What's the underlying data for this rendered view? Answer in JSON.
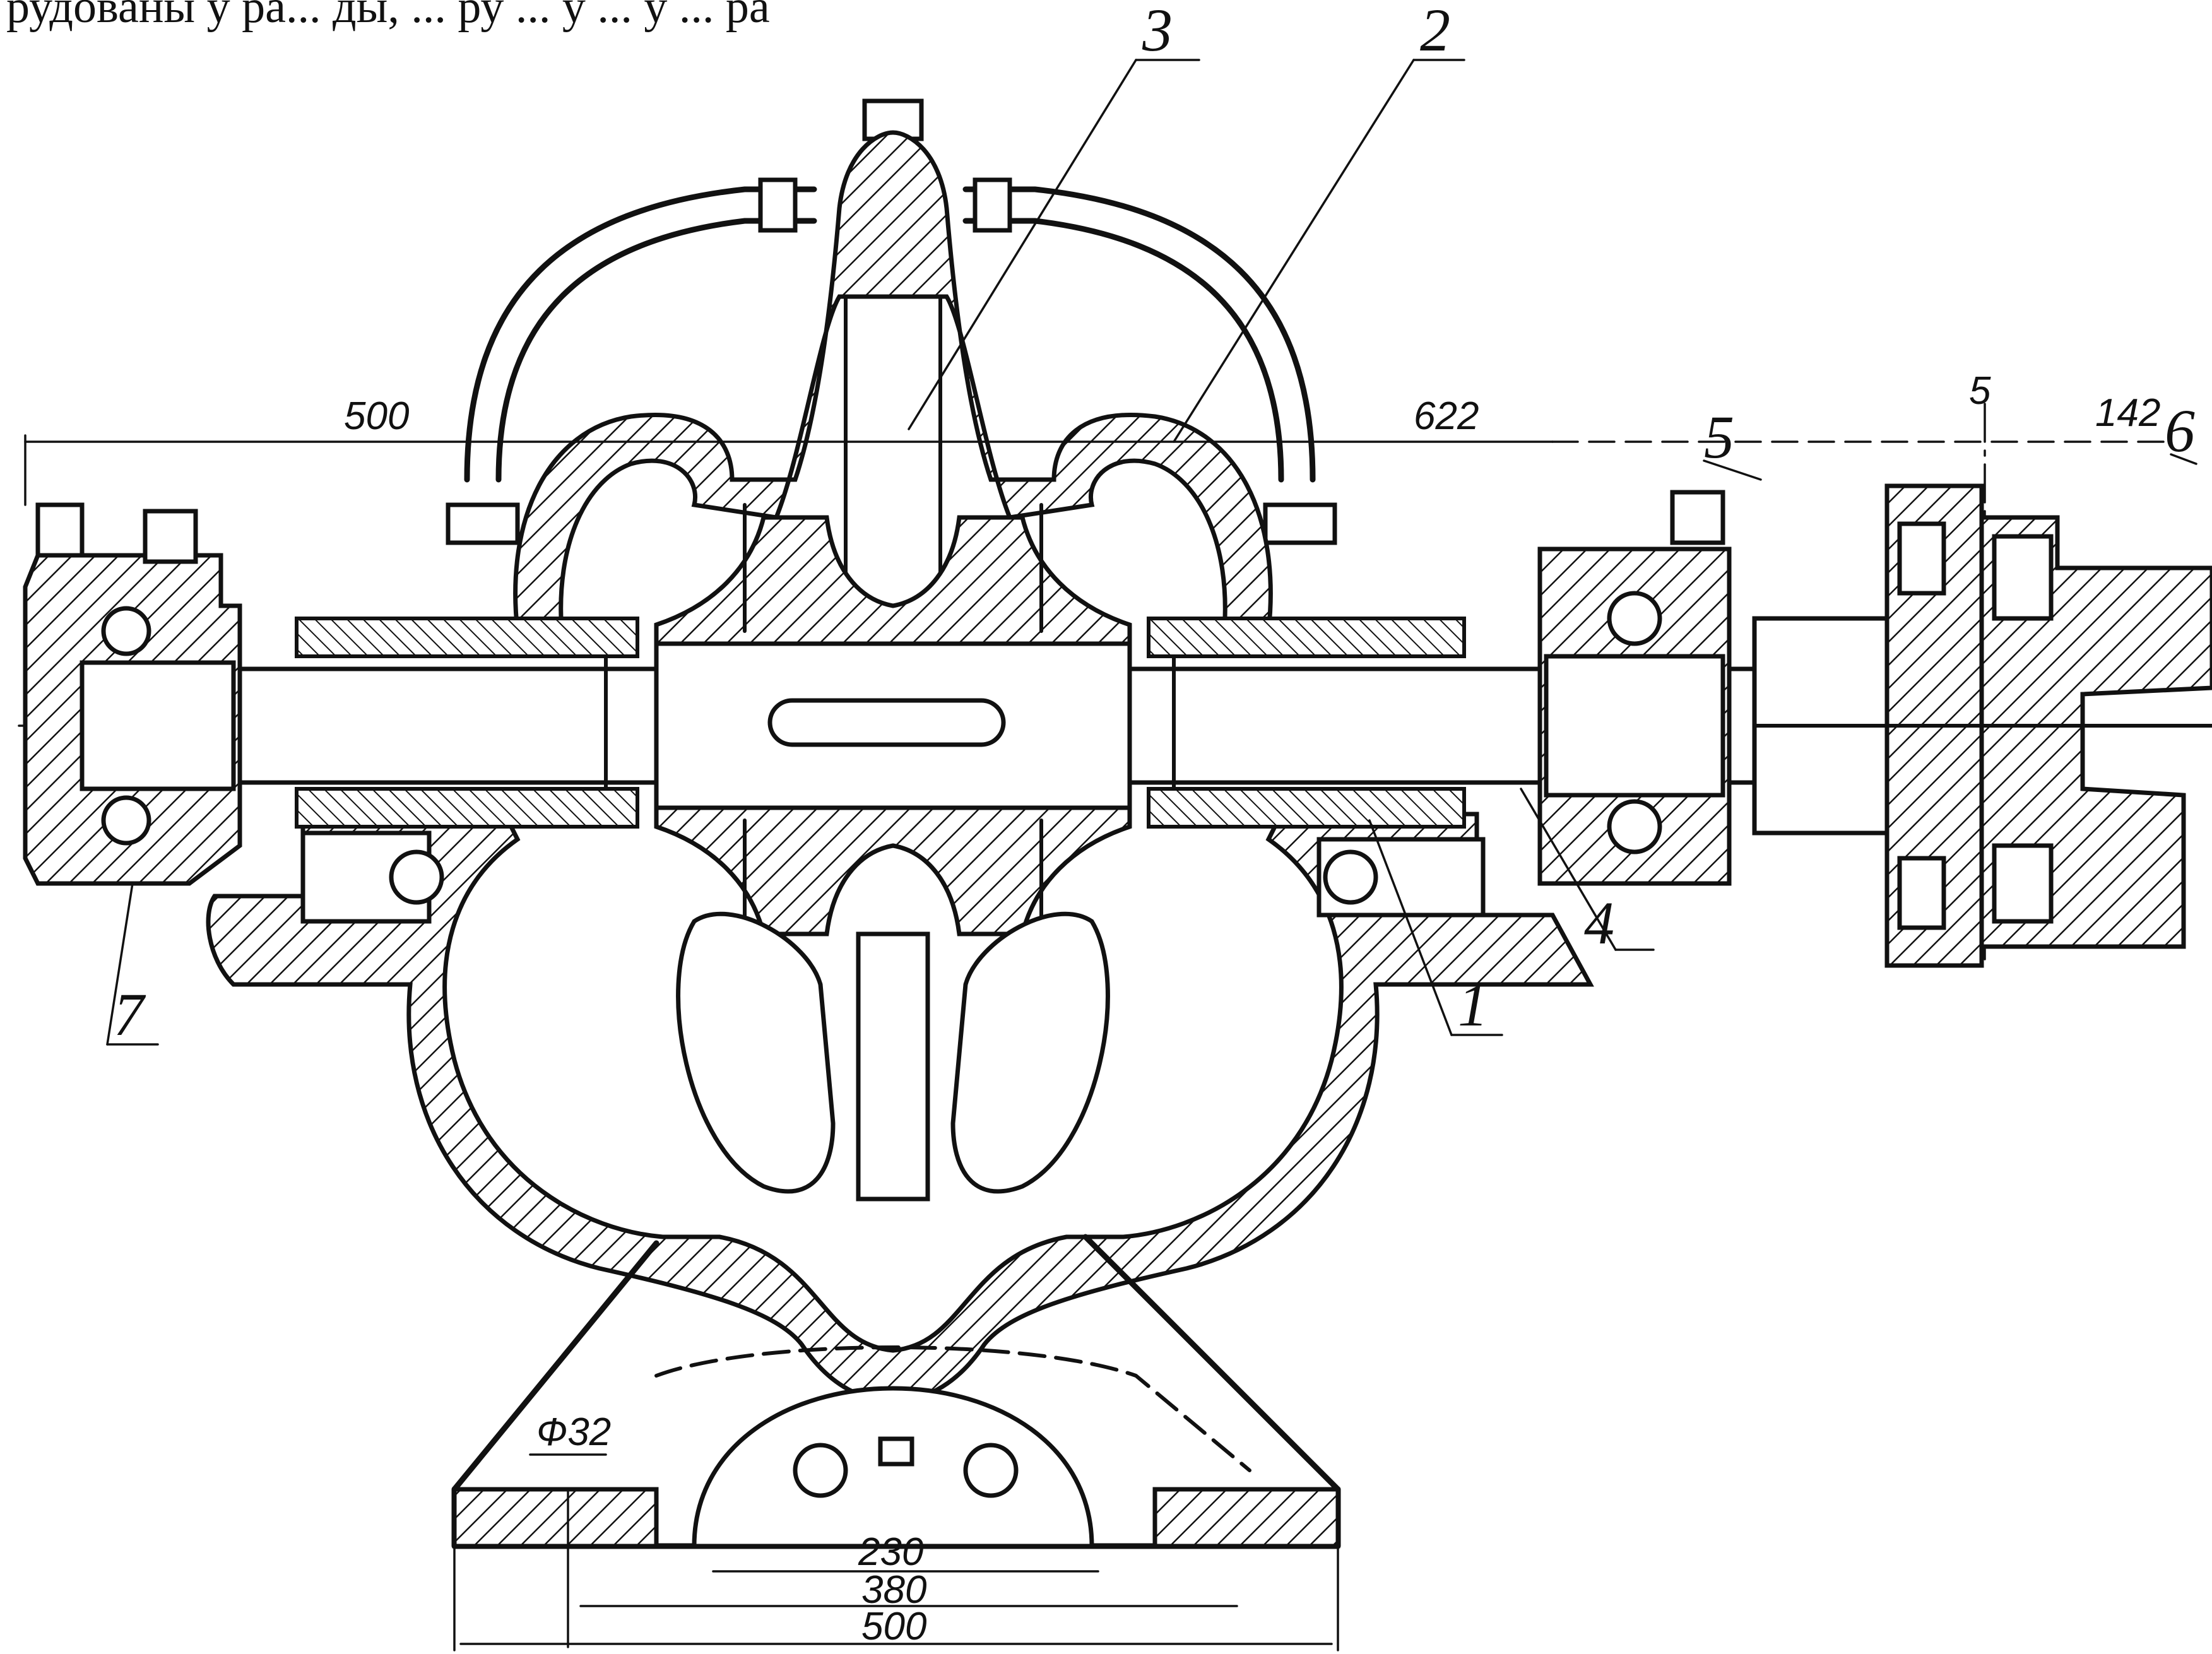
{
  "header_text": "рудованы у ра... ды, ... ру ... у ... у ... ра",
  "callouts": {
    "c1": "1",
    "c2": "2",
    "c3": "3",
    "c4": "4",
    "c5": "5",
    "c6": "6",
    "c7": "7",
    "c5b": "5"
  },
  "dimensions": {
    "d500_top": "500",
    "d622": "622",
    "d142": "142",
    "dphi32": "Ф32",
    "d230": "230",
    "d380": "380",
    "d500_bottom": "500"
  }
}
